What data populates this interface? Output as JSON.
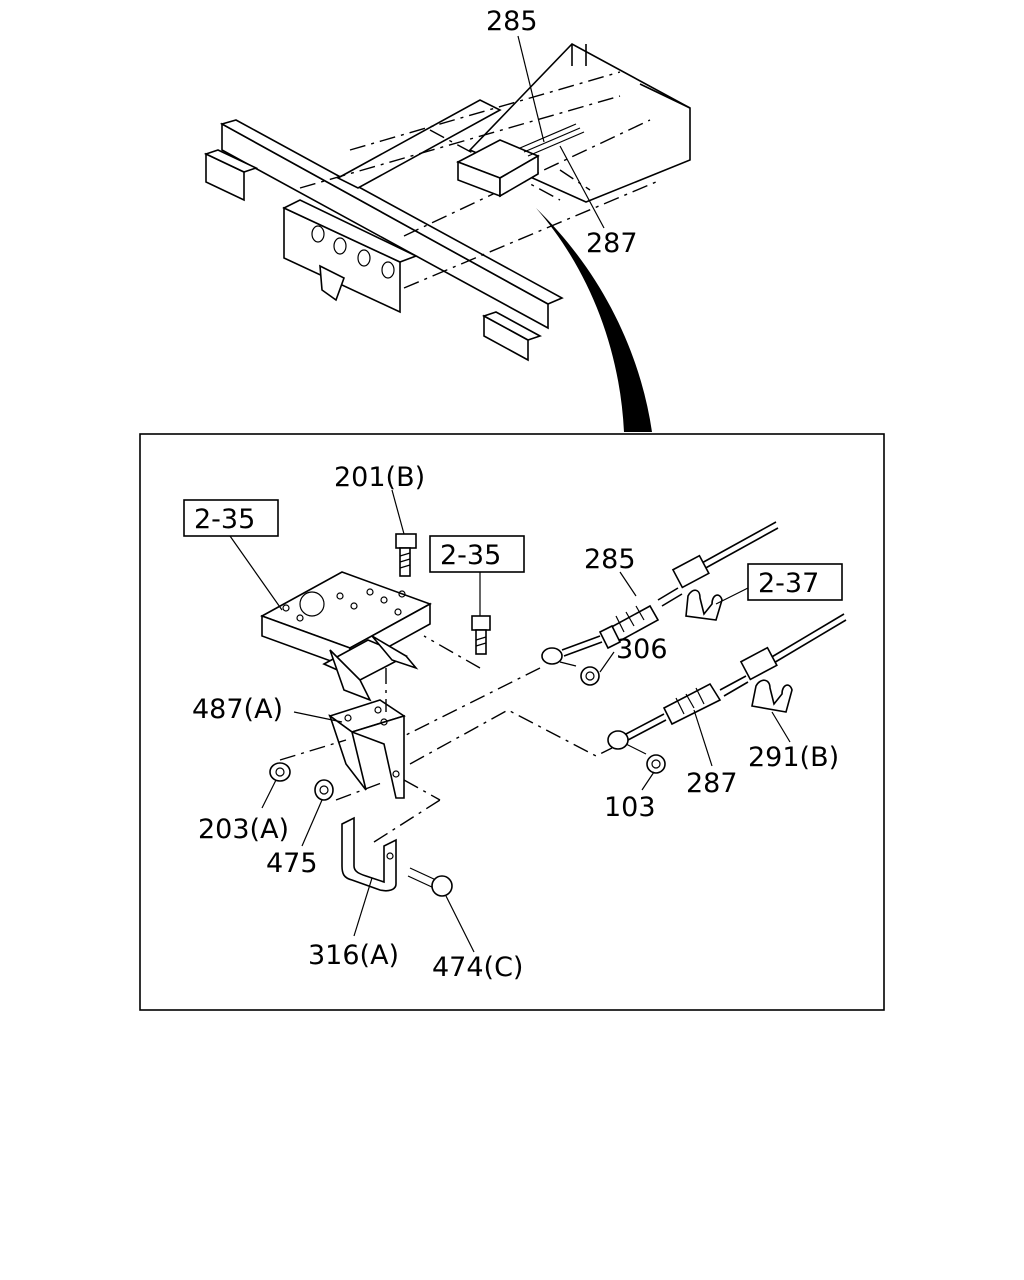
{
  "overview": {
    "callouts": [
      "285",
      "287"
    ]
  },
  "detail": {
    "callouts": {
      "c201b": "201(B)",
      "c285": "285",
      "c306": "306",
      "c487a": "487(A)",
      "c203a": "203(A)",
      "c475": "475",
      "c316a": "316(A)",
      "c474c": "474(C)",
      "c103": "103",
      "c287": "287",
      "c291b": "291(B)"
    },
    "references": [
      "2-35",
      "2-35",
      "2-37"
    ]
  }
}
